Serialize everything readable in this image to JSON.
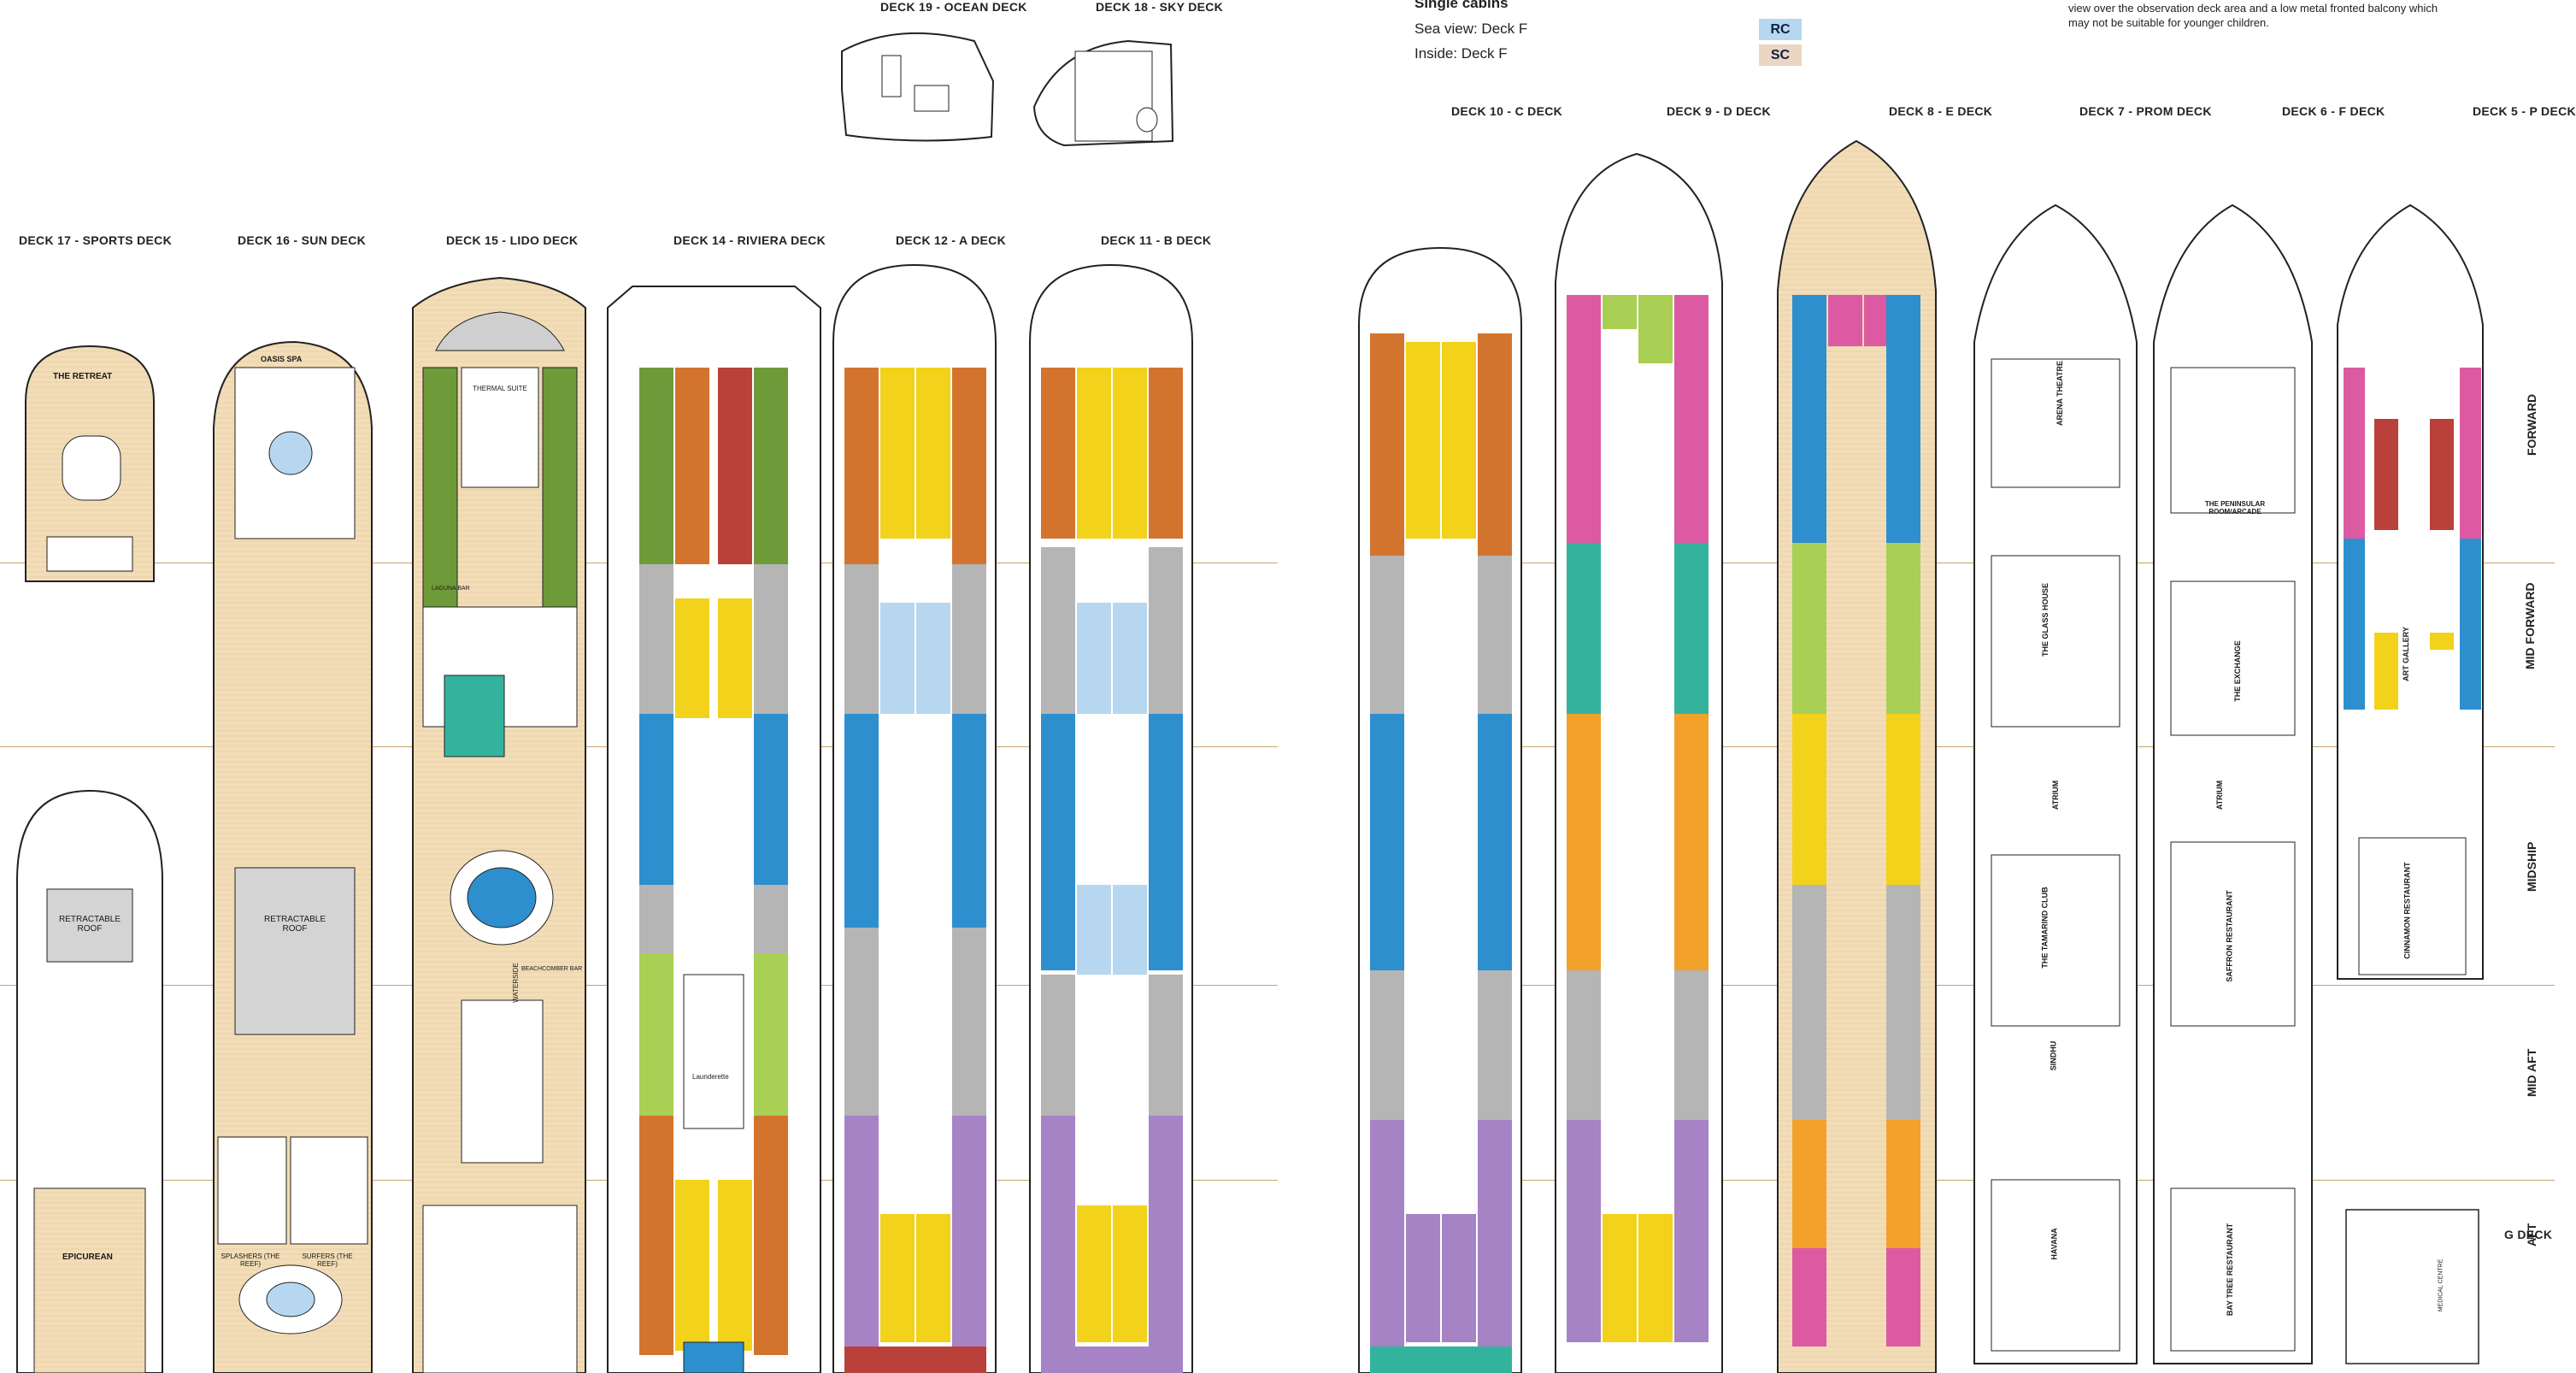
{
  "legend": {
    "heading": "Single cabins",
    "sea_view": "Sea view: Deck F",
    "inside": "Inside: Deck F",
    "chip_rc": "RC",
    "chip_sc": "SC",
    "colors": {
      "rc": "#b6d7ef",
      "sc": "#ead6c2"
    }
  },
  "note": {
    "line1": "view over the observation deck area and a low metal fronted balcony which",
    "line2": "may not be suitable for younger children."
  },
  "decks": {
    "deck19": "DECK 19 - OCEAN DECK",
    "deck18": "DECK 18 - SKY DECK",
    "deck17": "DECK 17 - SPORTS DECK",
    "deck16": "DECK 16 - SUN DECK",
    "deck15": "DECK 15 - LIDO DECK",
    "deck14": "DECK 14 - RIVIERA DECK",
    "deck12": "DECK 12 - A DECK",
    "deck11": "DECK 11 - B DECK",
    "deck10": "DECK 10 - C DECK",
    "deck9": "DECK 9 - D DECK",
    "deck8": "DECK 8 - E DECK",
    "deck7": "DECK 7 - PROM DECK",
    "deck6": "DECK 6 - F DECK",
    "deck5": "DECK 5 - P DECK",
    "deckg": "G DECK"
  },
  "zones": {
    "forward": "FORWARD",
    "mid_forward": "MID FORWARD",
    "midship": "MIDSHIP",
    "mid_aft": "MID AFT",
    "aft": "AFT"
  },
  "venues": {
    "the_retreat": "THE RETREAT",
    "retractable_roof": "RETRACTABLE ROOF",
    "epicurean": "EPICUREAN",
    "oasis_spa": "OASIS SPA",
    "splashers": "SPLASHERS (THE REEF)",
    "surfers": "SURFERS (THE REEF)",
    "thermal_suite": "THERMAL SUITE",
    "laguna_bar": "LAGUNA BAR",
    "waterside": "WATERSIDE",
    "beachcomber_bar": "BEACHCOMBER BAR",
    "launderette": "Launderette",
    "arena_theatre": "ARENA THEATRE",
    "the_glass_house": "THE GLASS HOUSE",
    "the_tamarind_club": "THE TAMARIND CLUB",
    "sindhu": "SINDHU",
    "havana": "HAVANA",
    "atrium": "ATRIUM",
    "the_peninsular": "THE PENINSULAR ROOM/ARCADE",
    "the_exchange": "THE EXCHANGE",
    "saffron_restaurant": "SAFFRON RESTAURANT",
    "bay_tree_restaurant": "BAY TREE RESTAURANT",
    "art_gallery": "ART GALLERY",
    "cinnamon_restaurant": "CINNAMON RESTAURANT",
    "medical_centre": "MEDICAL CENTRE"
  },
  "cabin_colors": {
    "green": "#6f9a3a",
    "orange": "#d3742e",
    "red": "#b9413a",
    "grey": "#b5b5b5",
    "blue": "#2e8fcf",
    "purple": "#a683c4",
    "pink": "#dc5aa2",
    "teal": "#33b39e",
    "yellow": "#f2d21b",
    "lightgreen": "#a9cf54",
    "tan": "#ead6c2",
    "lightblue": "#b6d7ef",
    "deck_wood": "#f2ddb8"
  }
}
